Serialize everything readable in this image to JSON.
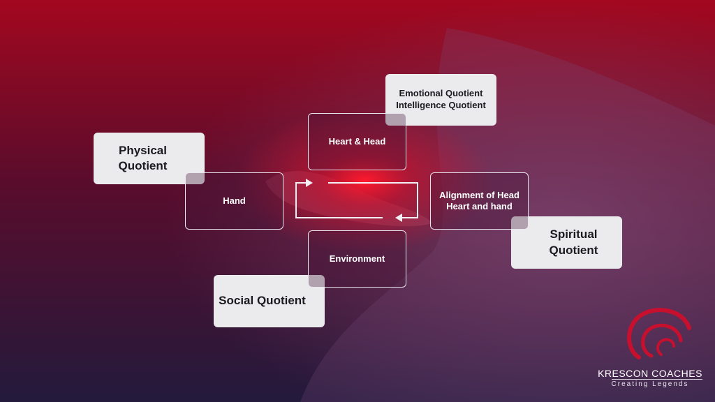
{
  "nodes": {
    "heart_head": "Heart & Head",
    "hand": "Hand",
    "alignment": "Alignment of Head Heart and hand",
    "environment": "Environment"
  },
  "labels": {
    "physical": "Physical Quotient",
    "emotional_line1": "Emotional Quotient",
    "emotional_line2": "Intelligence Quotient",
    "spiritual": "Spiritual Quotient",
    "social": "Social Quotient"
  },
  "brand": {
    "name": "KRESCON COACHES",
    "tagline": "Creating Legends",
    "logo_color": "#c8102e"
  },
  "colors": {
    "bg_top": "#a3081f",
    "bg_bottom": "#231a3c",
    "glow": "#ff1a2e",
    "node_border": "#e8e6ee",
    "label_bg": "#ebebee"
  }
}
